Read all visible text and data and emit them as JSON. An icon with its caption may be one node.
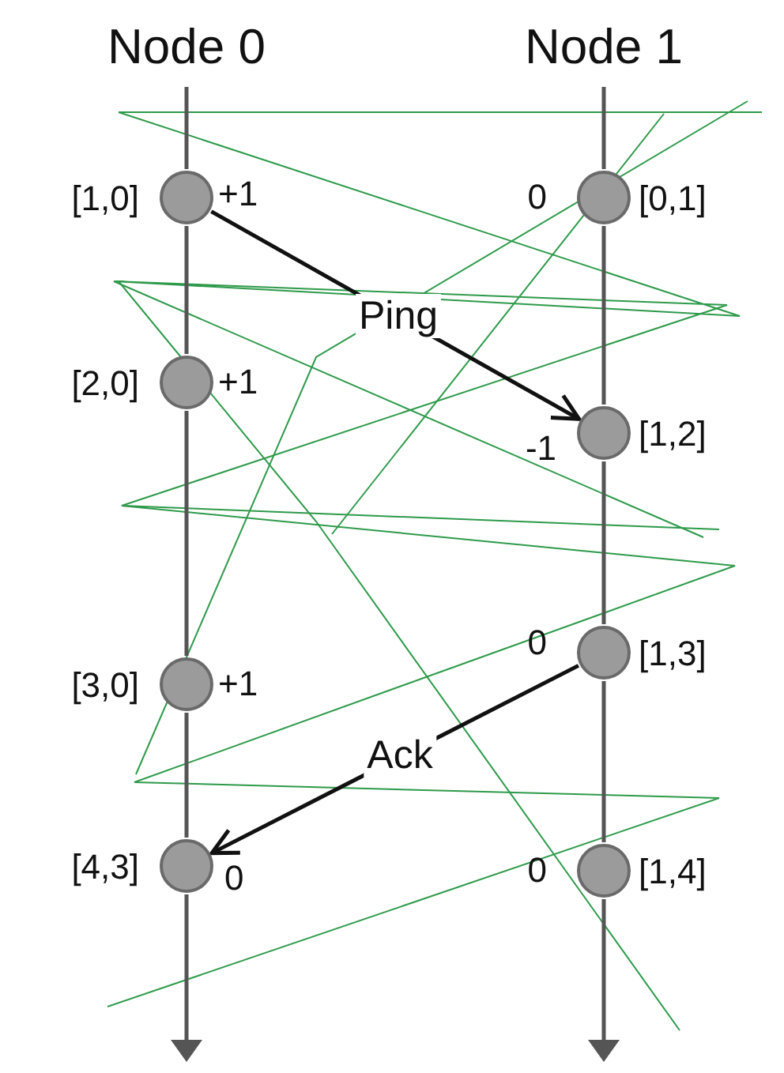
{
  "diagram": {
    "nodes": [
      {
        "text": [
          "Node 0"
        ]
      },
      {
        "text": [
          "Node 1"
        ]
      },
      {
        "text": [],
        "shape": "circle",
        "beside": [
          "[1,0]",
          "+1"
        ]
      },
      {
        "text": [],
        "shape": "circle",
        "beside": [
          "[2,0]",
          "+1"
        ]
      },
      {
        "text": [],
        "shape": "circle",
        "beside": [
          "[3,0]",
          "+1"
        ]
      },
      {
        "text": [],
        "shape": "circle",
        "beside": [
          "[4,3]",
          "0"
        ]
      },
      {
        "text": [],
        "shape": "circle",
        "beside": [
          "0",
          "[0,1]"
        ]
      },
      {
        "text": [],
        "shape": "circle",
        "beside": [
          "-1",
          "[1,2]"
        ]
      },
      {
        "text": [],
        "shape": "circle",
        "beside": [
          "0",
          "[1,3]"
        ]
      },
      {
        "text": [],
        "shape": "circle",
        "beside": [
          "0",
          "[1,4]"
        ]
      }
    ],
    "edges": [
      {
        "from": 0,
        "to": 2,
        "arrow": "none"
      },
      {
        "from": 2,
        "to": 3,
        "arrow": "none"
      },
      {
        "from": 3,
        "to": 4,
        "arrow": "none"
      },
      {
        "from": 4,
        "to": 5,
        "arrow": "none"
      },
      {
        "from": 5,
        "to": null,
        "arrow": "to"
      },
      {
        "from": 1,
        "to": 6,
        "arrow": "none"
      },
      {
        "from": 6,
        "to": 7,
        "arrow": "none"
      },
      {
        "from": 7,
        "to": 8,
        "arrow": "none"
      },
      {
        "from": 8,
        "to": 9,
        "arrow": "none"
      },
      {
        "from": 9,
        "to": null,
        "arrow": "to"
      },
      {
        "from": 2,
        "to": 7,
        "arrow": "to",
        "label": "Ping",
        "color": "#111111"
      },
      {
        "from": 8,
        "to": 5,
        "arrow": "to",
        "label": "Ack",
        "color": "#111111"
      }
    ]
  }
}
